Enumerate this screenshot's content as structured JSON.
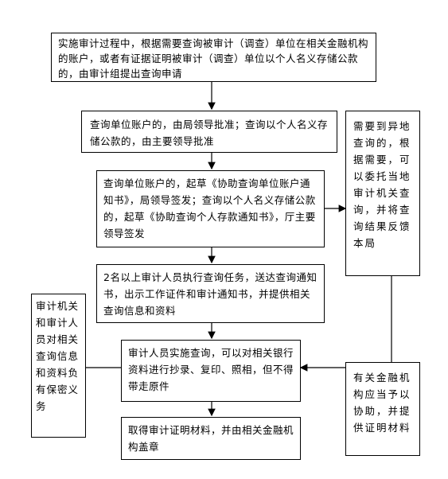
{
  "nodes": {
    "step1": "实施审计过程中，根据需要查询被审计（调查）单位在相关金融机构的账户，或者有证据证明被审计（调查）单位以个人名义存储公款的，由审计组提出查询申请",
    "step2": "查询单位账户的，由局领导批准；查询以个人名义存储公款的，由主要领导批准",
    "step3": "查询单位账户的，起草《协助查询单位账户通知书》，局领导签发；查询以个人名义存储公款的，起草《协助查询个人存款通知书》，厅主要领导签发",
    "step4": "2名以上审计人员执行查询任务，送达查询通知书，出示工作证件和审计通知书，并提供相关查询信息和资料",
    "step5": "审计人员实施查询，可以对相关银行资料进行抄录、复印、照相，但不得带走原件",
    "step6": "取得审计证明材料，并由相关金融机构盖章",
    "remote_note": "需要到异地查询的，根据需要，可以委托当地审计机关查询，并将查询结果反馈本局",
    "confidential_note": "审计机关和审计人员对相关查询信息和资料负有保密义务",
    "bank_note": "有关金融机构应当予以协助，并提供证明材料"
  }
}
